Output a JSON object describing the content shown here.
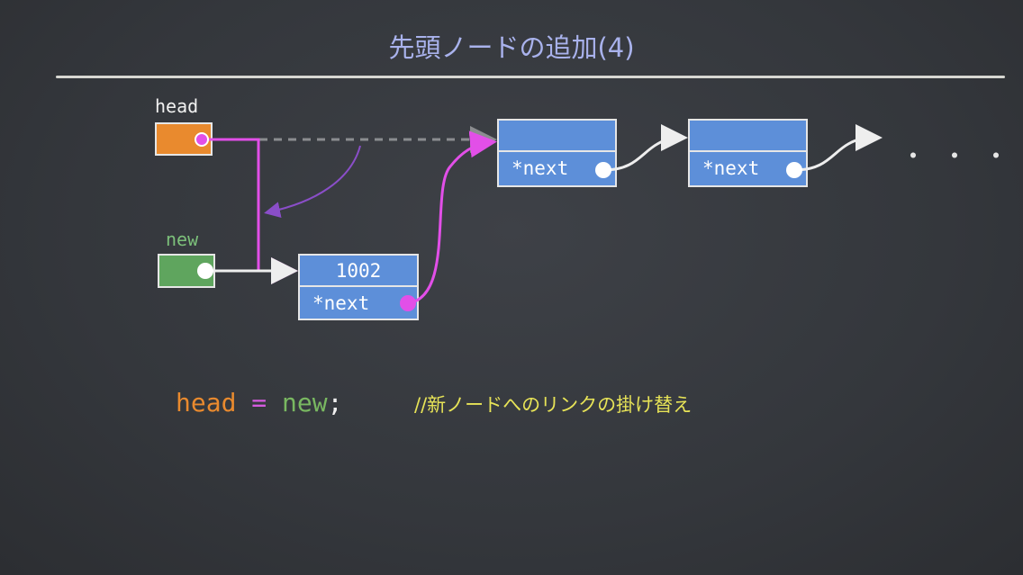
{
  "title": "先頭ノードの追加(4)",
  "labels": {
    "head": "head",
    "new": "new"
  },
  "new_node": {
    "value": "1002",
    "next_label": "*next"
  },
  "list_nodes": [
    {
      "value": "",
      "next_label": "*next"
    },
    {
      "value": "",
      "next_label": "*next"
    }
  ],
  "ellipsis": "・・・",
  "code": {
    "lhs": "head",
    "op": " = ",
    "rhs": "new",
    "semi": ";"
  },
  "comment": "//新ノードへのリンクの掛け替え",
  "colors": {
    "background": "#36393e",
    "title": "#a9b2ec",
    "head_box": "#e98a2e",
    "new_box": "#5fa55e",
    "node": "#5d8fd9",
    "link_magenta": "#e24fe8",
    "curve_arrow": "#8a4ec8",
    "code_head": "#e98a2e",
    "code_op": "#d65be0",
    "code_new": "#79b861",
    "comment": "#e7e357"
  }
}
